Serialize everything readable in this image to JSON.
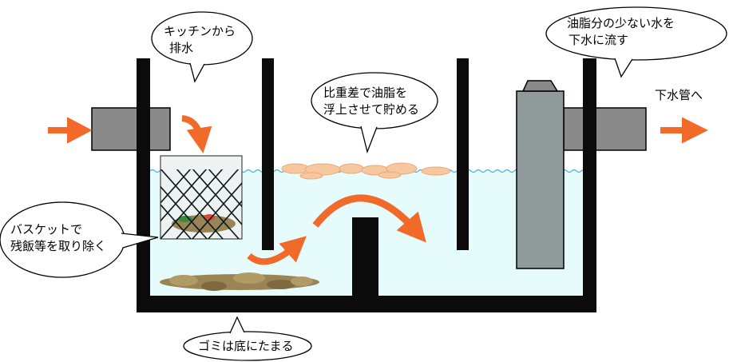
{
  "labels": {
    "kitchen_line1": "キッチンから",
    "kitchen_line2": "排水",
    "grease_line1": "比重差で油脂を",
    "grease_line2": "浮上させて貯める",
    "outflow_line1": "油脂分の少ない水を",
    "outflow_line2": "下水に流す",
    "sewer": "下水管へ",
    "basket_line1": "バスケットで",
    "basket_line2": "残飯等を取り除く",
    "debris": "ゴミは底にたまる"
  },
  "colors": {
    "water": "#e6fbfc",
    "water_line": "#4aa8d8",
    "wall": "#0b0b0b",
    "pipe": "#8a8a8a",
    "arrow": "#f26a2a",
    "grease": "#f7c7a0",
    "debris": "#9a8455",
    "outlet_pipe": "#8f9a9a"
  }
}
